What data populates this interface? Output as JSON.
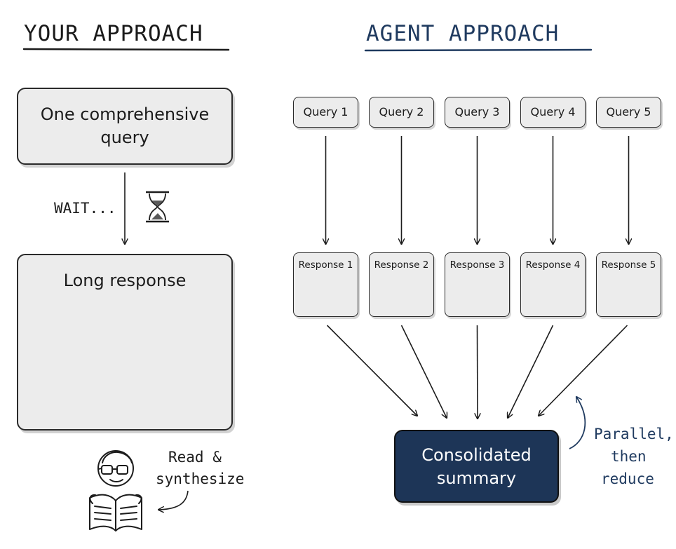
{
  "left": {
    "title": "YOUR APPROACH",
    "query_box": {
      "line1": "One comprehensive",
      "line2": "query"
    },
    "wait_label": "WAIT...",
    "response_box": {
      "title": "Long response"
    },
    "note": {
      "line1": "Read &",
      "line2": "synthesize"
    }
  },
  "right": {
    "title": "AGENT APPROACH",
    "queries": [
      "Query 1",
      "Query 2",
      "Query 3",
      "Query 4",
      "Query 5"
    ],
    "responses": [
      "Response 1",
      "Response 2",
      "Response 3",
      "Response 4",
      "Response 5"
    ],
    "summary": {
      "line1": "Consolidated",
      "line2": "summary"
    },
    "note": {
      "line1": "Parallel,",
      "line2": "then",
      "line3": "reduce"
    }
  },
  "colors": {
    "ink": "#1c1c1c",
    "accent": "#1f3a5f",
    "box_fill": "#ececec",
    "summary_fill": "#1d3557"
  },
  "icons": [
    "hourglass-icon",
    "reader-person-icon"
  ]
}
